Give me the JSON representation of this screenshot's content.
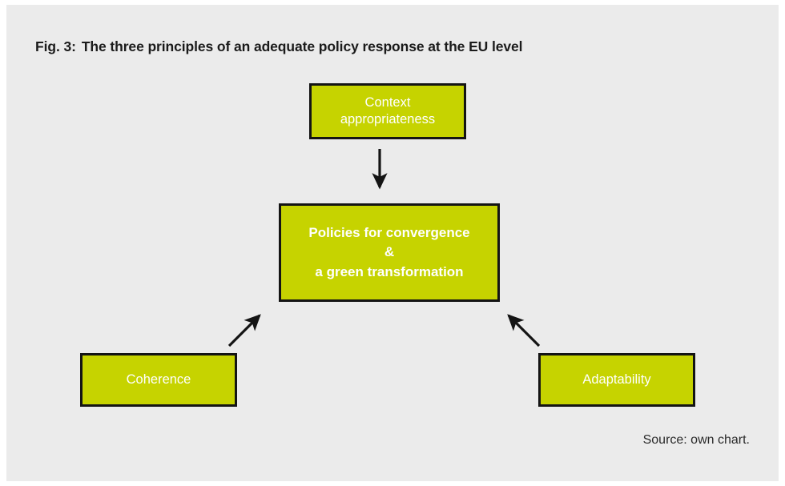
{
  "figure": {
    "number_label": "Fig. 3:",
    "title": "The three principles of an adequate policy response at the EU level",
    "source_note": "Source: own chart."
  },
  "colors": {
    "background": "#ebebeb",
    "page": "#ffffff",
    "box_fill": "#c6d300",
    "box_border": "#141414",
    "box_text": "#ffffff",
    "title_text": "#1b1b1b",
    "arrow": "#141414"
  },
  "diagram": {
    "type": "flow-diagram",
    "nodes": [
      {
        "id": "context",
        "label": "Context appropriateness",
        "line1": "Context",
        "line2": "appropriateness",
        "position": "top-center",
        "emphasis": "normal"
      },
      {
        "id": "policies",
        "label": "Policies for convergence & a green transformation",
        "line1": "Policies for convergence",
        "line2": "&",
        "line3": "a green transformation",
        "position": "center",
        "emphasis": "bold"
      },
      {
        "id": "coherence",
        "label": "Coherence",
        "position": "bottom-left",
        "emphasis": "normal"
      },
      {
        "id": "adaptability",
        "label": "Adaptability",
        "position": "bottom-right",
        "emphasis": "normal"
      }
    ],
    "edges": [
      {
        "from": "context",
        "to": "policies",
        "direction": "down"
      },
      {
        "from": "coherence",
        "to": "policies",
        "direction": "up-right"
      },
      {
        "from": "adaptability",
        "to": "policies",
        "direction": "up-left"
      }
    ]
  }
}
